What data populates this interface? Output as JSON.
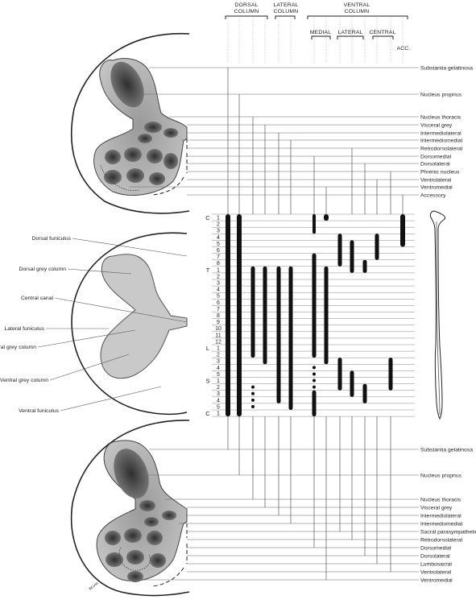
{
  "headers": {
    "dorsal_column": [
      "DORSAL",
      "COLUMN"
    ],
    "lateral_column": [
      "LATERAL",
      "COLUMN"
    ],
    "ventral_column": [
      "VENTRAL",
      "COLUMN"
    ],
    "medial": "MEDIAL",
    "lateral": "LATERAL",
    "central": "CENTRAL",
    "acc": "ACC."
  },
  "top_nuclei": [
    "Substantia gelatinosa",
    "Nucleus proprius",
    "Nucleus thoracis",
    "Visceral grey",
    "Intermediolateral",
    "Intermediomedial",
    "Retrodorsolateral",
    "Dorsomedial",
    "Dorsolateral",
    "Phrenic nucleus",
    "Ventrolateral",
    "Ventromedial",
    "Accessory"
  ],
  "bottom_nuclei": [
    "Substantia gelatinosa",
    "Nucleus proprius",
    "Nucleus thoracis",
    "Visceral grey",
    "Intermediolateral",
    "Intermediomedial",
    "Sacral parasympathetic",
    "Retrodorsolateral",
    "Dorsomedial",
    "Dorsolateral",
    "Lumbosacral",
    "Ventrolateral",
    "Ventromedial"
  ],
  "cross_section_labels": [
    "Dorsal funiculus",
    "Dorsal grey column",
    "Central canal",
    "Lateral funiculus",
    "Lateral grey column",
    "Ventral grey column",
    "Ventral funiculus"
  ],
  "regions": [
    "C",
    "T",
    "L",
    "S",
    "C"
  ],
  "segments": {
    "cervical": [
      "1",
      "2",
      "3",
      "4",
      "5",
      "6",
      "7",
      "8"
    ],
    "thoracic": [
      "1",
      "2",
      "3",
      "4",
      "5",
      "6",
      "7",
      "8",
      "9",
      "10",
      "11",
      "12"
    ],
    "lumbar": [
      "1",
      "2",
      "3",
      "4",
      "5"
    ],
    "sacral": [
      "1",
      "2",
      "3",
      "4",
      "5"
    ],
    "coccygeal": [
      "1"
    ]
  },
  "signature": "BCoss",
  "colors": {
    "ink": "#1a1a1a",
    "grey_matter": "#c9c9c9",
    "nucleus": "#555555",
    "line": "#777777"
  }
}
